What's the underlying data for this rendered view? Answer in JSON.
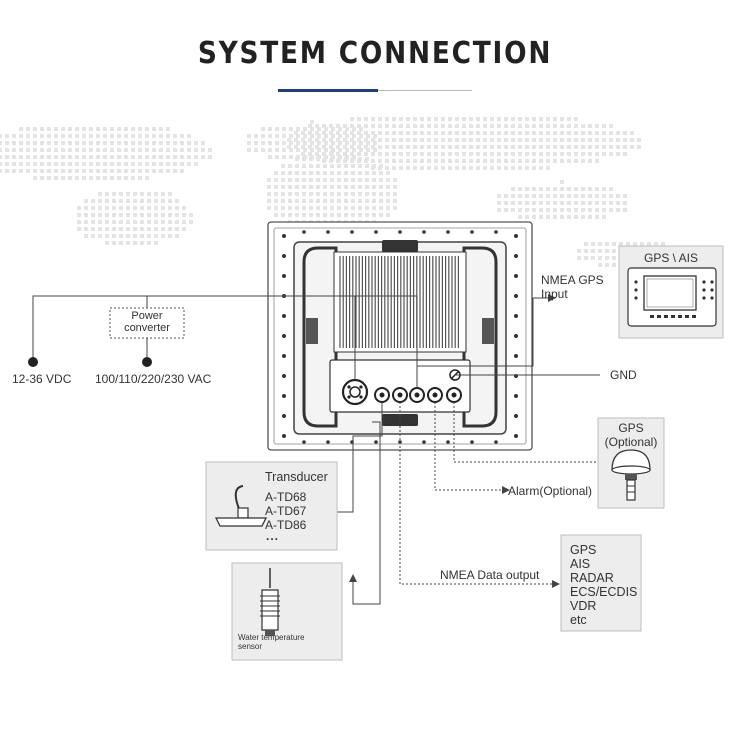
{
  "title": "SYSTEM CONNECTION",
  "colors": {
    "accent": "#1f3f7a",
    "line": "#444444",
    "box_fill": "#ededed"
  },
  "labels": {
    "vdc": "12-36 VDC",
    "power_converter_l1": "Power",
    "power_converter_l2": "converter",
    "vac": "100/110/220/230 VAC",
    "nmea_gps_l1": "NMEA GPS",
    "nmea_gps_l2": "Input",
    "gps_ais": "GPS \\ AIS",
    "gnd": "GND",
    "gps_optional_l1": "GPS",
    "gps_optional_l2": "(Optional)",
    "alarm": "Alarm(Optional)",
    "nmea_output": "NMEA Data output",
    "water_temp_l1": "Water temperature",
    "water_temp_l2": "sensor"
  },
  "transducer": {
    "heading": "Transducer",
    "models": [
      "A-TD68",
      "A-TD67",
      "A-TD86",
      "..."
    ]
  },
  "outputs": [
    "GPS",
    "AIS",
    "RADAR",
    "ECS/ECDIS",
    "VDR",
    "etc"
  ]
}
